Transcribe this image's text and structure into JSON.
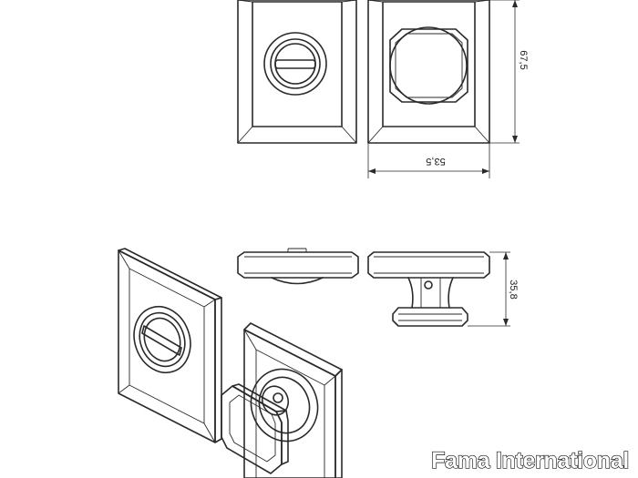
{
  "watermark": {
    "text": "Fama International"
  },
  "dimensions": {
    "width": "53,5",
    "height": "67,5",
    "depth": "35,8"
  },
  "colors": {
    "line": "#2a2a2a",
    "background": "#ffffff"
  }
}
